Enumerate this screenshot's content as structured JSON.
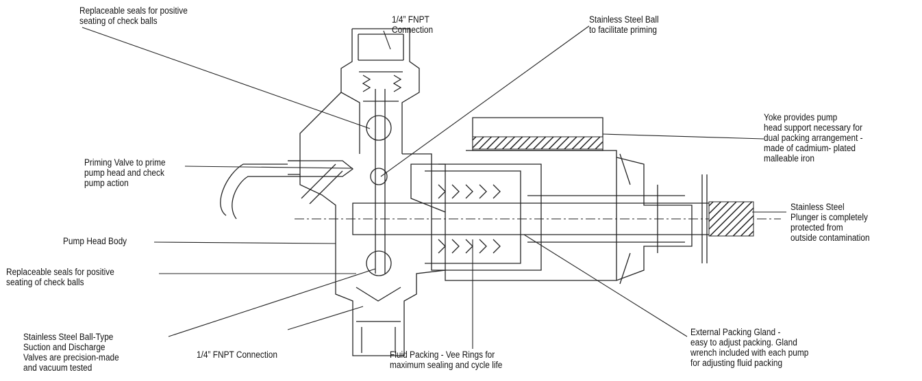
{
  "callouts": {
    "seals_top": "Replaceable seals for positive\nseating of check balls",
    "fnpt_top": "1/4” FNPT\nConnection",
    "ball_priming": "Stainless Steel Ball\nto facilitate priming",
    "yoke": "Yoke provides pump\nhead support necessary for\ndual packing arrangement -\nmade of cadmium- plated\nmalleable iron",
    "priming_valve": "Priming Valve to prime\npump head and check\npump action",
    "plunger": "Stainless Steel\nPlunger is completely\nprotected from\noutside contamination",
    "pump_head_body": "Pump Head Body",
    "seals_bottom": "Replaceable seals for positive\nseating of check balls",
    "ball_valves": "Stainless Steel Ball-Type\nSuction and Discharge\nValves are precision-made\nand vacuum tested",
    "fnpt_bottom": "1/4” FNPT Connection",
    "fluid_packing": "Fluid Packing - Vee Rings for\nmaximum sealing and cycle life",
    "packing_gland": "External Packing Gland -\neasy to adjust packing. Gland\nwrench included with each pump\nfor adjusting fluid packing"
  },
  "colors": {
    "line": "#222222",
    "text": "#111111"
  }
}
